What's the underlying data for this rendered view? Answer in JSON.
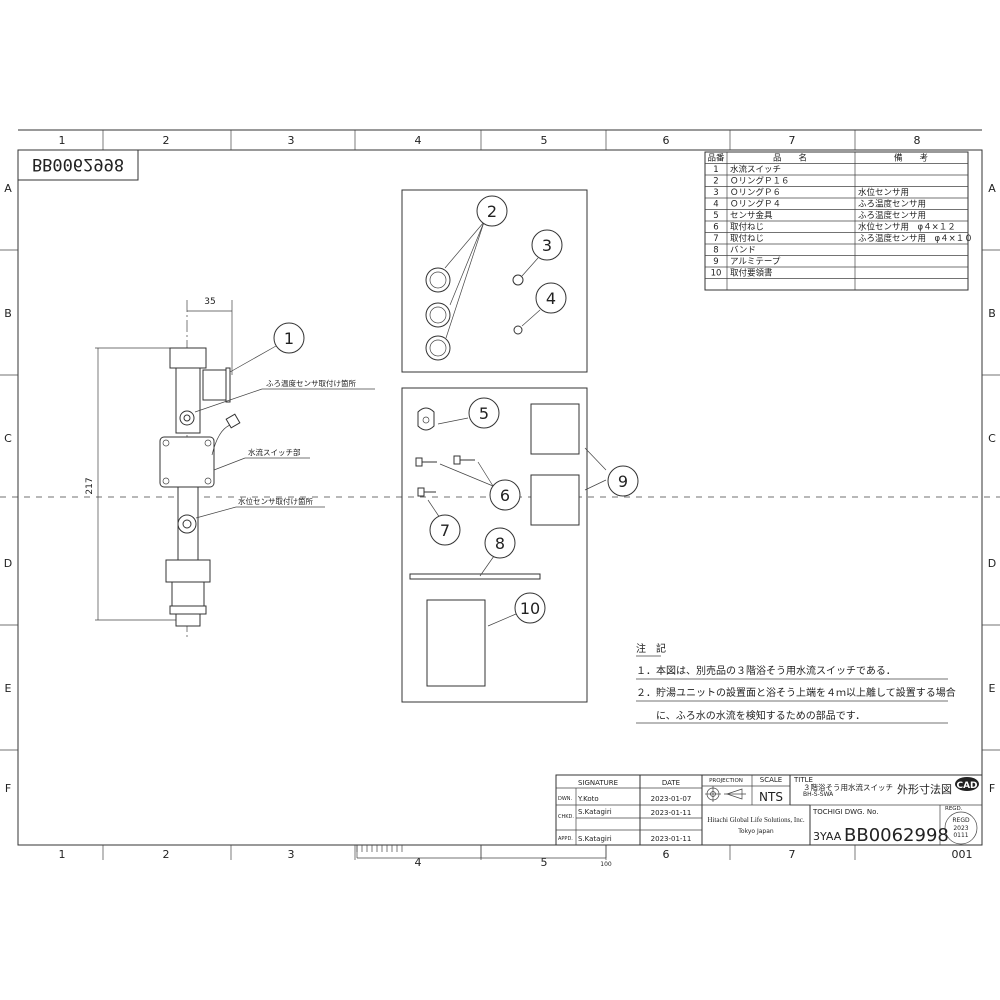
{
  "frame": {
    "columns": [
      "1",
      "2",
      "3",
      "4",
      "5",
      "6",
      "7",
      "8"
    ],
    "rows": [
      "A",
      "B",
      "C",
      "D",
      "E",
      "F"
    ],
    "stamp_mirrored": "BB0062998"
  },
  "parts_table": {
    "headers": {
      "no": "品番",
      "name": "品　　名",
      "remarks": "備　　考"
    },
    "rows": [
      {
        "no": "1",
        "name": "水流スイッチ",
        "remarks": ""
      },
      {
        "no": "2",
        "name": "ＯリングＰ１６",
        "remarks": ""
      },
      {
        "no": "3",
        "name": "ＯリングＰ６",
        "remarks": "水位センサ用"
      },
      {
        "no": "4",
        "name": "ＯリングＰ４",
        "remarks": "ふろ温度センサ用"
      },
      {
        "no": "5",
        "name": "センサ金具",
        "remarks": "ふろ温度センサ用"
      },
      {
        "no": "6",
        "name": "取付ねじ",
        "remarks": "水位センサ用　φ４×１２"
      },
      {
        "no": "7",
        "name": "取付ねじ",
        "remarks": "ふろ温度センサ用　φ４×１０"
      },
      {
        "no": "8",
        "name": "バンド",
        "remarks": ""
      },
      {
        "no": "9",
        "name": "アルミテープ",
        "remarks": ""
      },
      {
        "no": "10",
        "name": "取付要領書",
        "remarks": ""
      }
    ]
  },
  "side_view": {
    "dim_width": "35",
    "dim_height": "217",
    "balloon": "1",
    "label_temp_sensor": "ふろ温度センサ取付け箇所",
    "label_switch": "水流スイッチ部",
    "label_level_sensor": "水位センサ取付け箇所"
  },
  "balloons": [
    "2",
    "3",
    "4",
    "5",
    "6",
    "7",
    "8",
    "9",
    "10"
  ],
  "notes": {
    "title": "注　記",
    "items": [
      "１．本図は、別売品の３階浴そう用水流スイッチである．",
      "２．貯湯ユニットの設置面と浴そう上端を４ｍ以上離して設置する場合",
      "　　に、ふろ水の水流を検知するための部品です．"
    ]
  },
  "title_block": {
    "signature_header": "SIGNATURE",
    "date_header": "DATE",
    "projection_header": "PROJECTION",
    "scale_header": "SCALE",
    "scale_value": "NTS",
    "title_header": "TITLE",
    "title_line1": "３階浴そう用水流スイッチ",
    "title_line2": "BH-S-SWA",
    "title_main": "外形寸法図",
    "cad_badge": "CAD",
    "dwn_label": "DWN.",
    "dwn_name": "Y.Koto",
    "dwn_date": "2023-01-07",
    "chkd_label": "CHKD.",
    "chkd_name": "S.Katagiri",
    "chkd_date": "2023-01-11",
    "appd_label": "APPD.",
    "appd_name": "S.Katagiri",
    "appd_date": "2023-01-11",
    "company": "Hitachi Global Life Solutions, Inc.",
    "location": "Tokyo Japan",
    "dwg_label": "TOCHIGI DWG. No.",
    "dwg_prefix": "3YAA",
    "dwg_number": "BB0062998",
    "regd_label": "REGD.",
    "regd_stamp": "REGD",
    "regd_year": "2023",
    "regd_date": "0111",
    "sheet": "001",
    "scale_bar_label": "100"
  }
}
